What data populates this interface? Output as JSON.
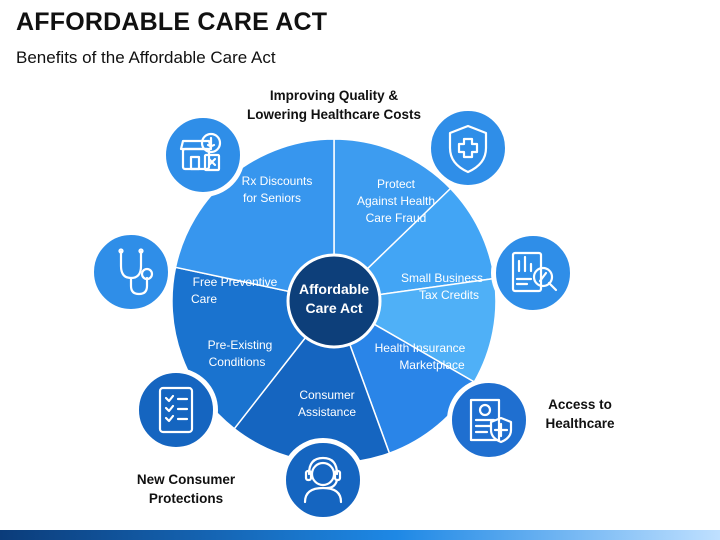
{
  "header": {
    "title": "AFFORDABLE CARE ACT",
    "subtitle": "Benefits of the Affordable Care Act"
  },
  "center": {
    "lines": [
      "Affordable",
      "Care Act"
    ]
  },
  "segments": [
    {
      "lines": [
        "Rx Discounts",
        "for Seniors"
      ],
      "color": "#3d9cf0"
    },
    {
      "lines": [
        "Protect",
        "Against Health",
        "Care Fraud"
      ],
      "color": "#42a5f5"
    },
    {
      "lines": [
        "Small Business",
        "Tax Credits"
      ],
      "color": "#4fb0f7"
    },
    {
      "lines": [
        "Health Insurance",
        "Marketplace"
      ],
      "color": "#2a85e8"
    },
    {
      "lines": [
        "Consumer",
        "Assistance"
      ],
      "color": "#1565c0"
    },
    {
      "lines": [
        "Pre-Existing",
        "Conditions"
      ],
      "color": "#1a73cf"
    },
    {
      "lines": [
        "Free Preventive",
        "Care"
      ],
      "color": "#3796ee"
    }
  ],
  "categories": [
    {
      "lines": [
        "Improving Quality &",
        "Lowering Healthcare Costs"
      ]
    },
    {
      "lines": [
        "Access to",
        "Healthcare"
      ]
    },
    {
      "lines": [
        "New Consumer",
        "Protections"
      ]
    }
  ],
  "icons": [
    {
      "name": "pharmacy-store-icon",
      "color": "#2f8ee8"
    },
    {
      "name": "shield-cross-icon",
      "color": "#2f8ee8"
    },
    {
      "name": "tax-chart-magnifier-icon",
      "color": "#2f8ee8"
    },
    {
      "name": "insurance-document-icon",
      "color": "#1f6fd0"
    },
    {
      "name": "support-agent-icon",
      "color": "#1565c0"
    },
    {
      "name": "checklist-icon",
      "color": "#1565c0"
    },
    {
      "name": "stethoscope-icon",
      "color": "#2f8ee8"
    }
  ],
  "colors": {
    "center": "#0d3f7a",
    "outline": "#ffffff",
    "accent": "#1e88e5"
  }
}
